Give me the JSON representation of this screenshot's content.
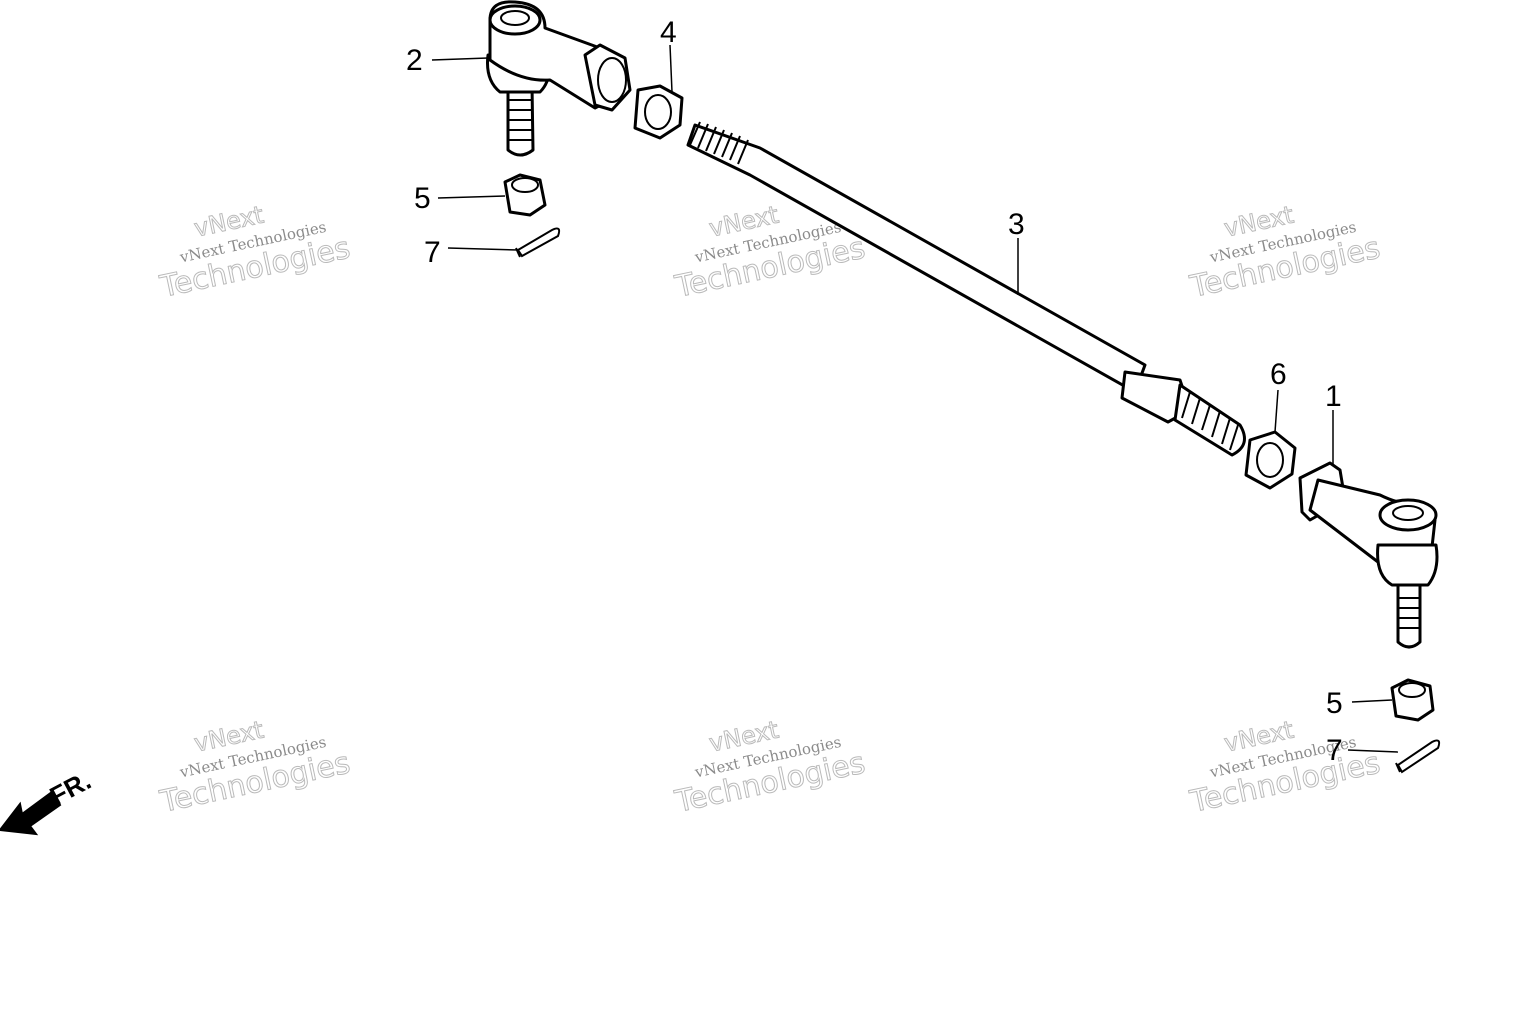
{
  "callouts": {
    "tie_rod_end_right": "1",
    "tie_rod_end_left": "2",
    "tie_rod": "3",
    "lock_nut_left": "4",
    "castle_nut_left": "5",
    "castle_nut_right": "5",
    "lock_nut_right": "6",
    "cotter_pin_left": "7",
    "cotter_pin_right": "7"
  },
  "direction_label": "FR.",
  "watermark": {
    "top": "vNext",
    "line": "vNext Technologies",
    "big": "Technologies"
  }
}
